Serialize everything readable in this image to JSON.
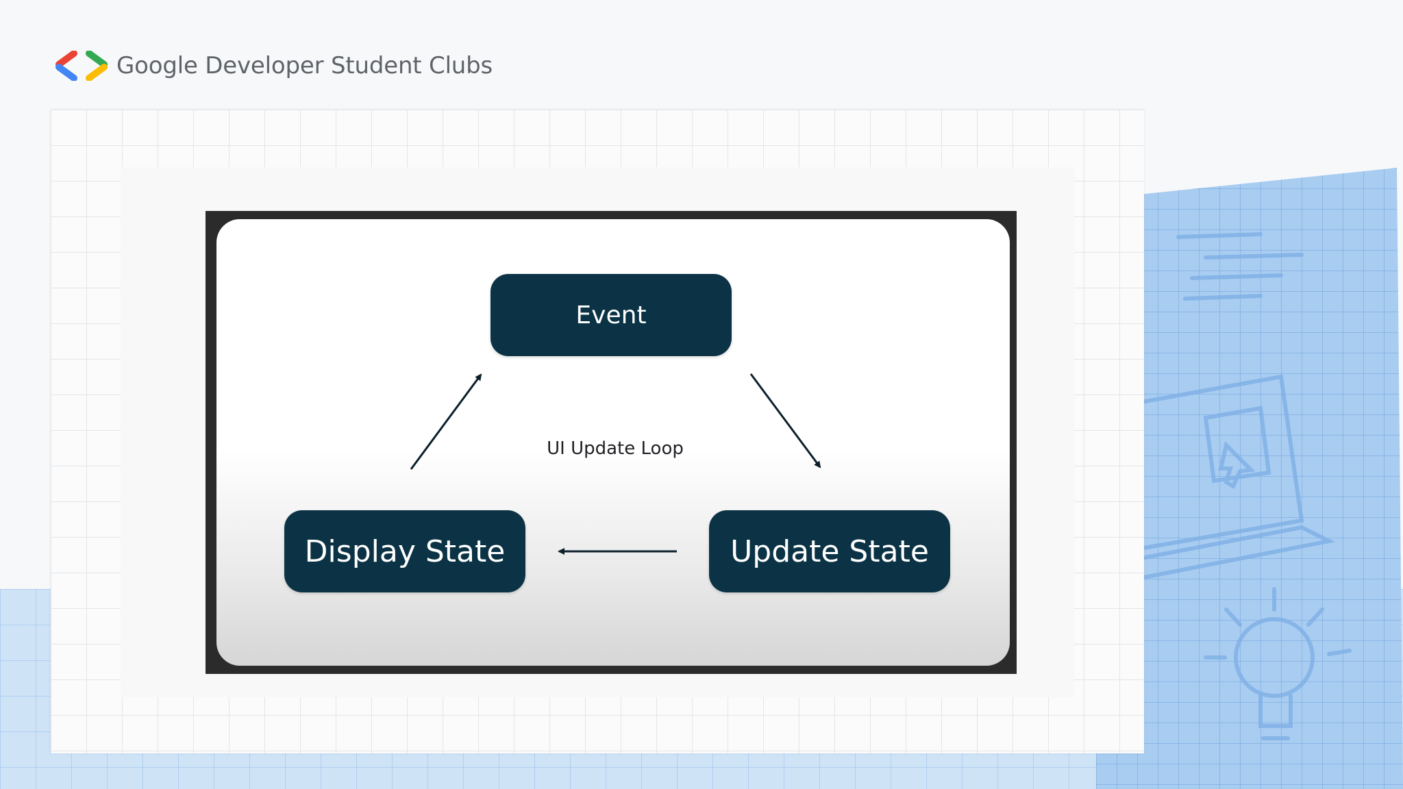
{
  "header": {
    "brand": "Google Developer Student Clubs",
    "logo_colors": [
      "#ea4335",
      "#4285f4",
      "#34a853",
      "#fbbc04"
    ]
  },
  "diagram": {
    "nodes": {
      "event": "Event",
      "display_state": "Display State",
      "update_state": "Update State"
    },
    "center_label": "UI Update Loop",
    "edges": [
      {
        "from": "Event",
        "to": "Update State"
      },
      {
        "from": "Update State",
        "to": "Display State"
      },
      {
        "from": "Display State",
        "to": "Event"
      }
    ],
    "node_color": "#0b3345",
    "node_text_color": "#ffffff"
  },
  "background": {
    "accent_blue": "#a9cdf1",
    "grid_color": "#e3e5e8"
  }
}
